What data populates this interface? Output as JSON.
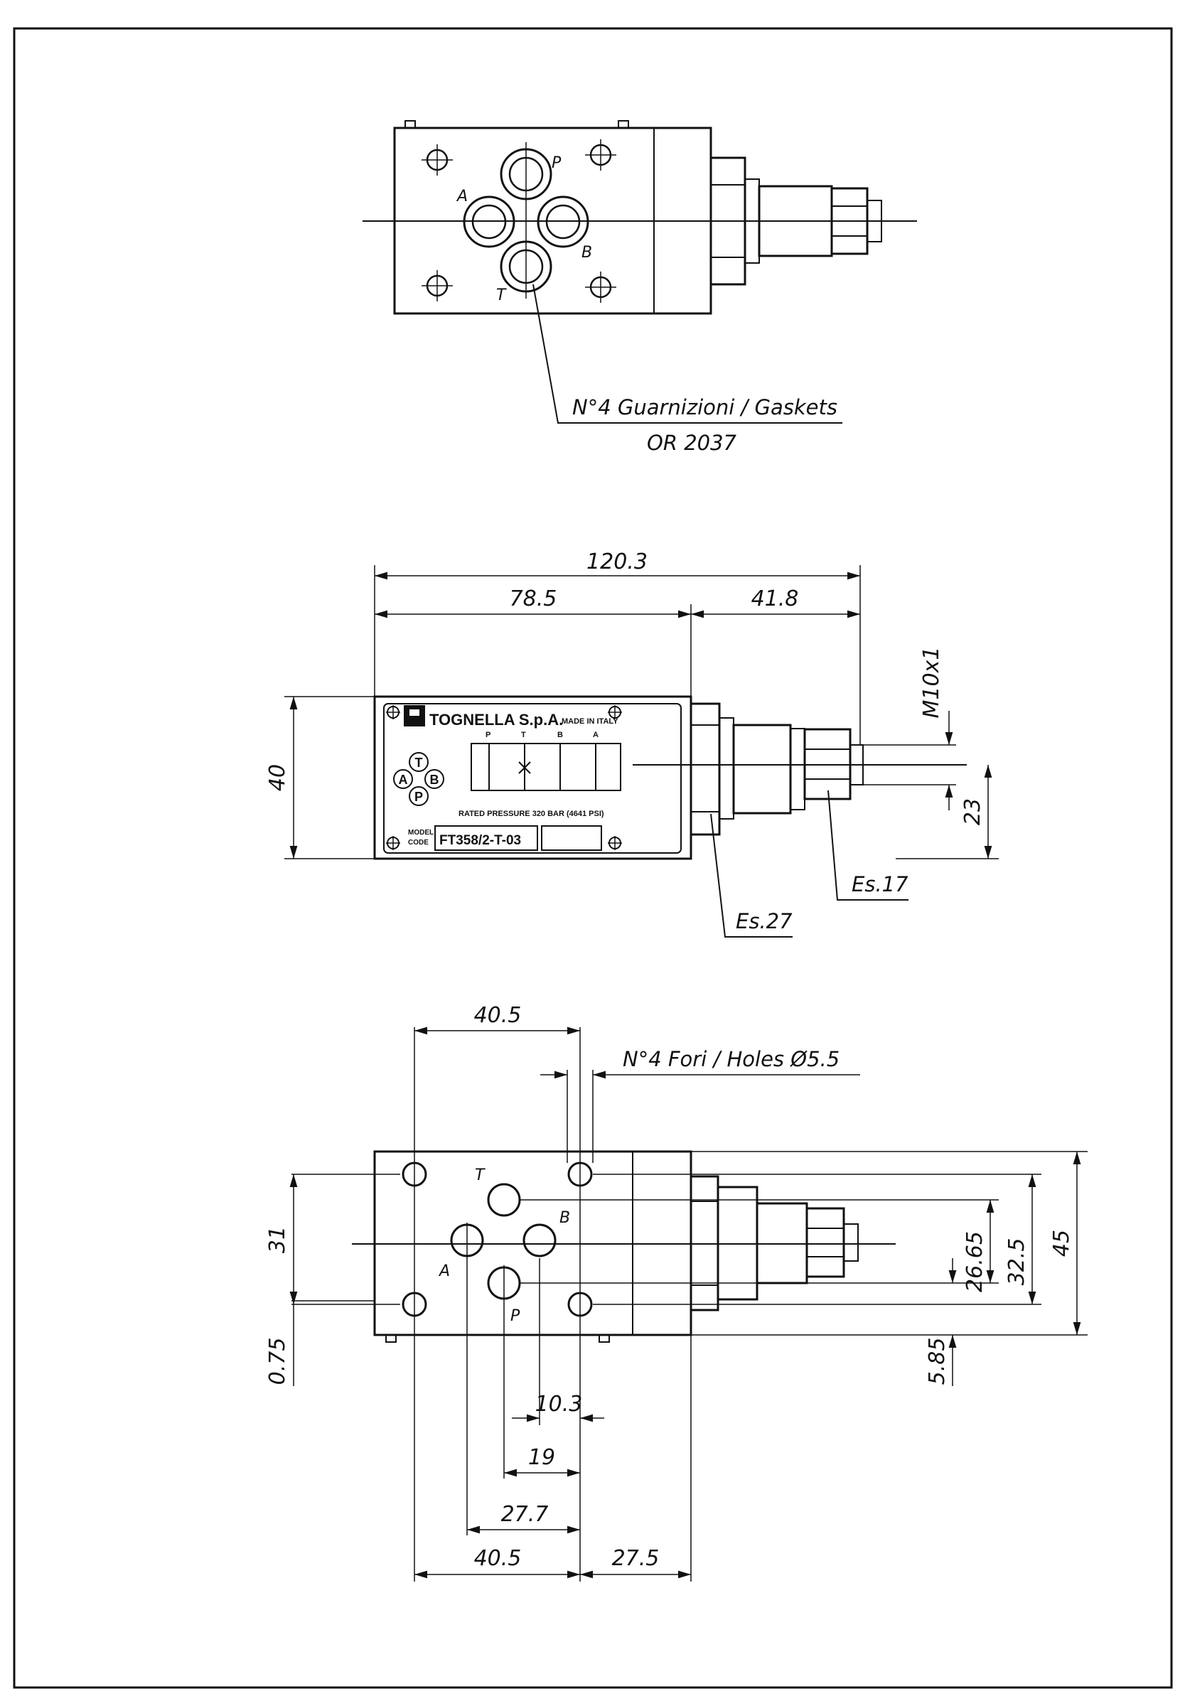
{
  "top_view": {
    "ports": {
      "p": "P",
      "a": "A",
      "b": "B",
      "t": "T"
    },
    "gasket_note": "N°4 Guarnizioni / Gaskets",
    "gasket_code": "OR 2037"
  },
  "side_view": {
    "dim_total": "120.3",
    "dim_body": "78.5",
    "dim_adjuster": "41.8",
    "dim_height": "40",
    "dim_thread": "M10x1",
    "dim_axis": "23",
    "wrench_large": "Es.27",
    "wrench_small": "Es.17",
    "plate": {
      "brand": "TOGNELLA S.p.A.",
      "made_in": "MADE IN ITALY",
      "cols": [
        "P",
        "T",
        "B",
        "A"
      ],
      "circles": [
        "T",
        "A",
        "B",
        "P"
      ],
      "rated": "RATED PRESSURE 320 BAR (4641 PSI)",
      "model_label_1": "MODEL",
      "model_label_2": "CODE",
      "model_code": "FT358/2-T-03"
    }
  },
  "bottom_view": {
    "holes_note": "N°4 Fori / Holes Ø5.5",
    "dim_top_40_5": "40.5",
    "dim_31": "31",
    "dim_0_75": "0.75",
    "dim_45": "45",
    "dim_32_5": "32.5",
    "dim_26_65": "26.65",
    "dim_5_85": "5.85",
    "dim_10_3": "10.3",
    "dim_19": "19",
    "dim_27_7": "27.7",
    "dim_bottom_40_5": "40.5",
    "dim_27_5": "27.5",
    "ports": {
      "t": "T",
      "b": "B",
      "a": "A",
      "p": "P"
    }
  }
}
